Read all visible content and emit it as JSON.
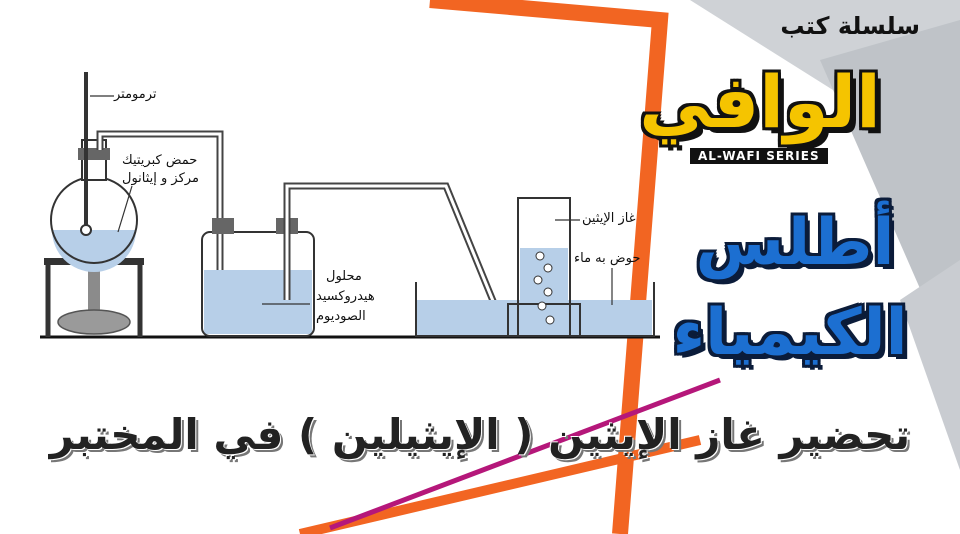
{
  "header": {
    "series_label": "سلسلة كتب",
    "brand_name": "الوافي",
    "brand_latin": "AL-WAFI SERIES"
  },
  "atlas": {
    "line1": "أطلس",
    "line2": "الكيمياء"
  },
  "caption": "تحضير غاز الإيثين ( الإيثيلين ) في المختبر",
  "diagram": {
    "labels": {
      "thermometer": "ترمومتر",
      "acid_line1": "حمض كبريتيك",
      "acid_line2": "مركز و إيثانول",
      "naoh_line1": "محلول",
      "naoh_line2": "هيدروكسيد",
      "naoh_line3": "الصوديوم",
      "gas": "غاز الإيثين",
      "basin": "حوض به ماء"
    }
  },
  "colors": {
    "orange": "#f26522",
    "magenta": "#b5177a",
    "grey_triangle": "#cfd2d6",
    "liquid": "#b7cfe8",
    "flame": "#e8312a",
    "brand_yellow": "#f5c400",
    "atlas_blue": "#1c6fd1"
  }
}
